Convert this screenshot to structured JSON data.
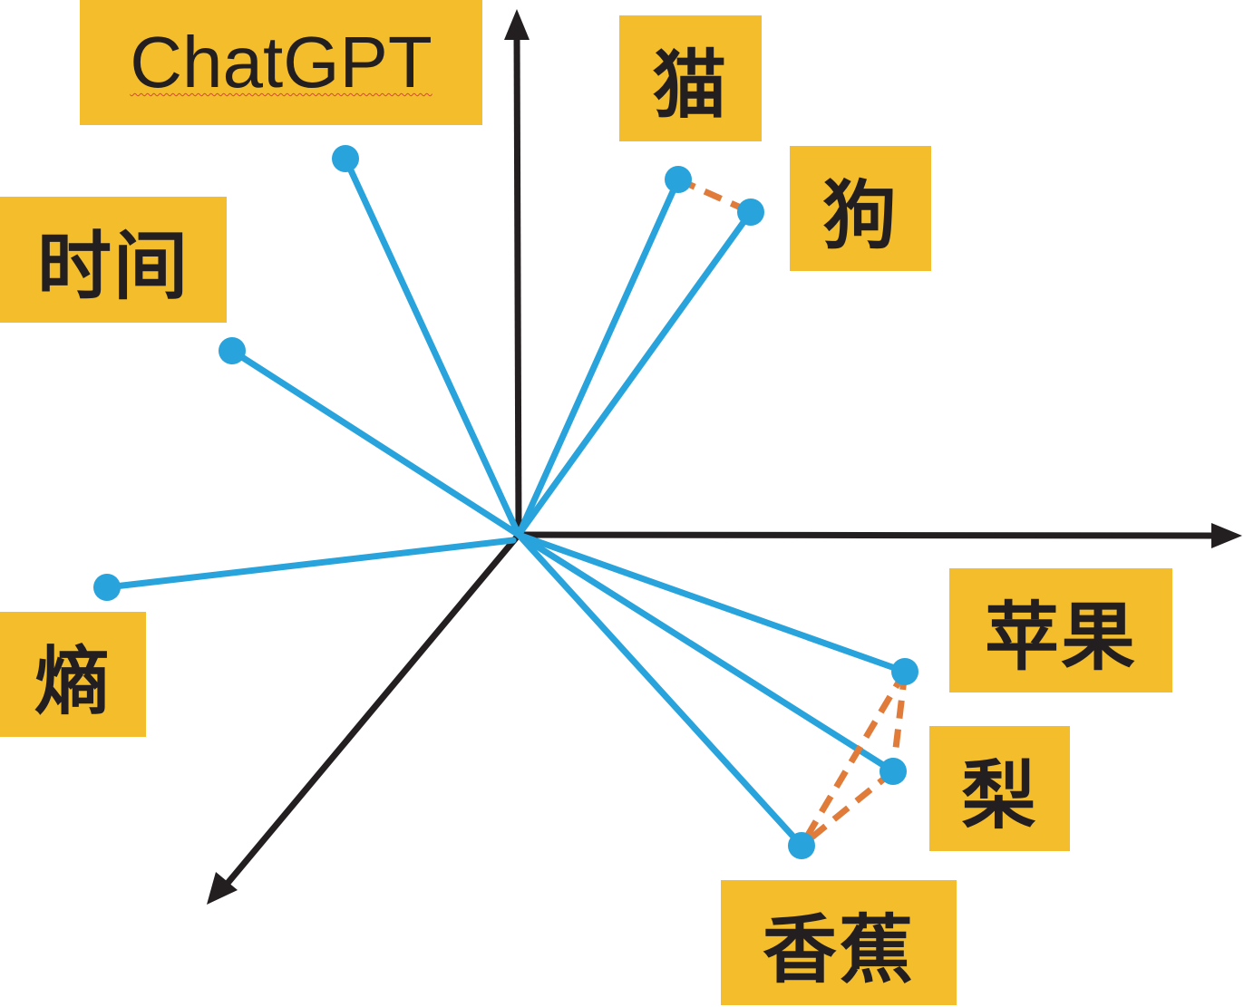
{
  "colors": {
    "axis": "#231f20",
    "vector": "#29a3db",
    "similarity": "#e07b39",
    "label_bg": "#f3bd2c",
    "label_text": "#231f20"
  },
  "axes": {
    "x": "",
    "y": "",
    "z": ""
  },
  "words": [
    {
      "id": "chatgpt",
      "text": "ChatGPT"
    },
    {
      "id": "cat",
      "text": "猫"
    },
    {
      "id": "dog",
      "text": "狗"
    },
    {
      "id": "time",
      "text": "时间"
    },
    {
      "id": "entropy",
      "text": "熵"
    },
    {
      "id": "apple",
      "text": "苹果"
    },
    {
      "id": "pear",
      "text": "梨"
    },
    {
      "id": "banana",
      "text": "香蕉"
    }
  ],
  "similarity_links": [
    [
      "cat",
      "dog"
    ],
    [
      "apple",
      "pear"
    ],
    [
      "apple",
      "banana"
    ],
    [
      "pear",
      "banana"
    ]
  ]
}
